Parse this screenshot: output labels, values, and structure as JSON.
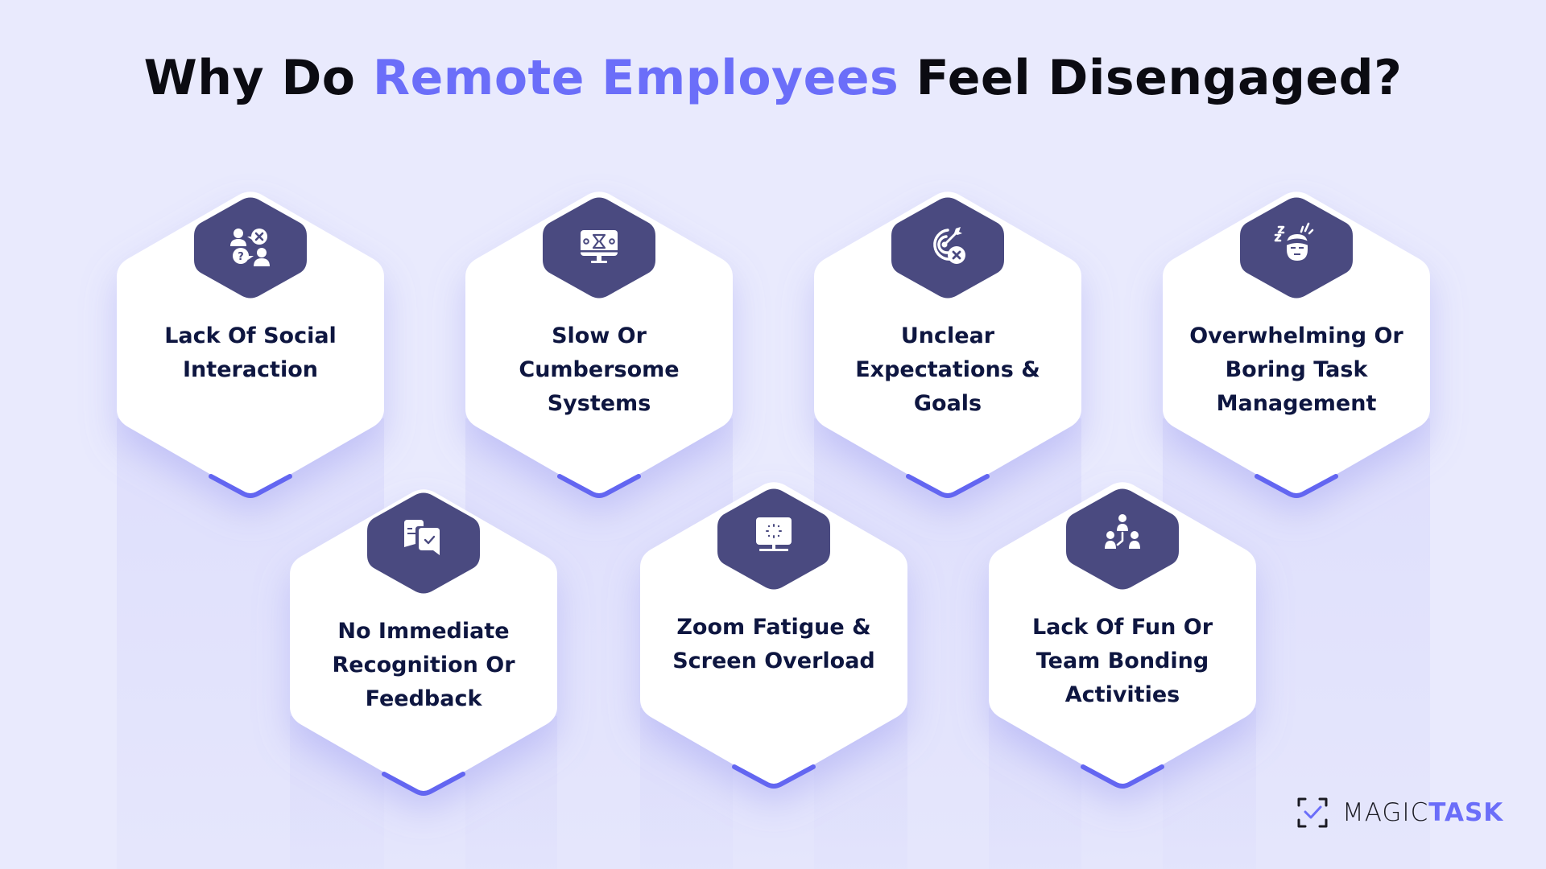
{
  "title": {
    "prefix": "Why Do ",
    "highlight": "Remote Employees",
    "suffix": " Feel Disengaged?"
  },
  "colors": {
    "background": "#E9EAFD",
    "accent": "#6B6EF9",
    "icon_hex": "#4A4A80",
    "card": "#FFFFFF",
    "text": "#0E1640",
    "stroke": "#6366F1"
  },
  "cards": [
    {
      "icon": "social-interaction-icon",
      "lines": [
        "Lack Of Social",
        "Interaction"
      ]
    },
    {
      "icon": "slow-computer-hourglass-icon",
      "lines": [
        "Slow Or",
        "Cumbersome",
        "Systems"
      ]
    },
    {
      "icon": "target-miss-icon",
      "lines": [
        "Unclear",
        "Expectations &",
        "Goals"
      ]
    },
    {
      "icon": "sleepy-overwhelmed-head-icon",
      "lines": [
        "Overwhelming Or",
        "Boring Task",
        "Management"
      ]
    },
    {
      "icon": "feedback-chat-icon",
      "lines": [
        "No Immediate",
        "Recognition Or",
        "Feedback"
      ]
    },
    {
      "icon": "monitor-loading-icon",
      "lines": [
        "Zoom Fatigue &",
        "Screen Overload"
      ]
    },
    {
      "icon": "team-network-icon",
      "lines": [
        "Lack Of Fun Or",
        "Team Bonding",
        "Activities"
      ]
    }
  ],
  "logo": {
    "icon": "checkbox-frame-icon",
    "word_light": "MAGIC",
    "word_bold": "TASK"
  }
}
